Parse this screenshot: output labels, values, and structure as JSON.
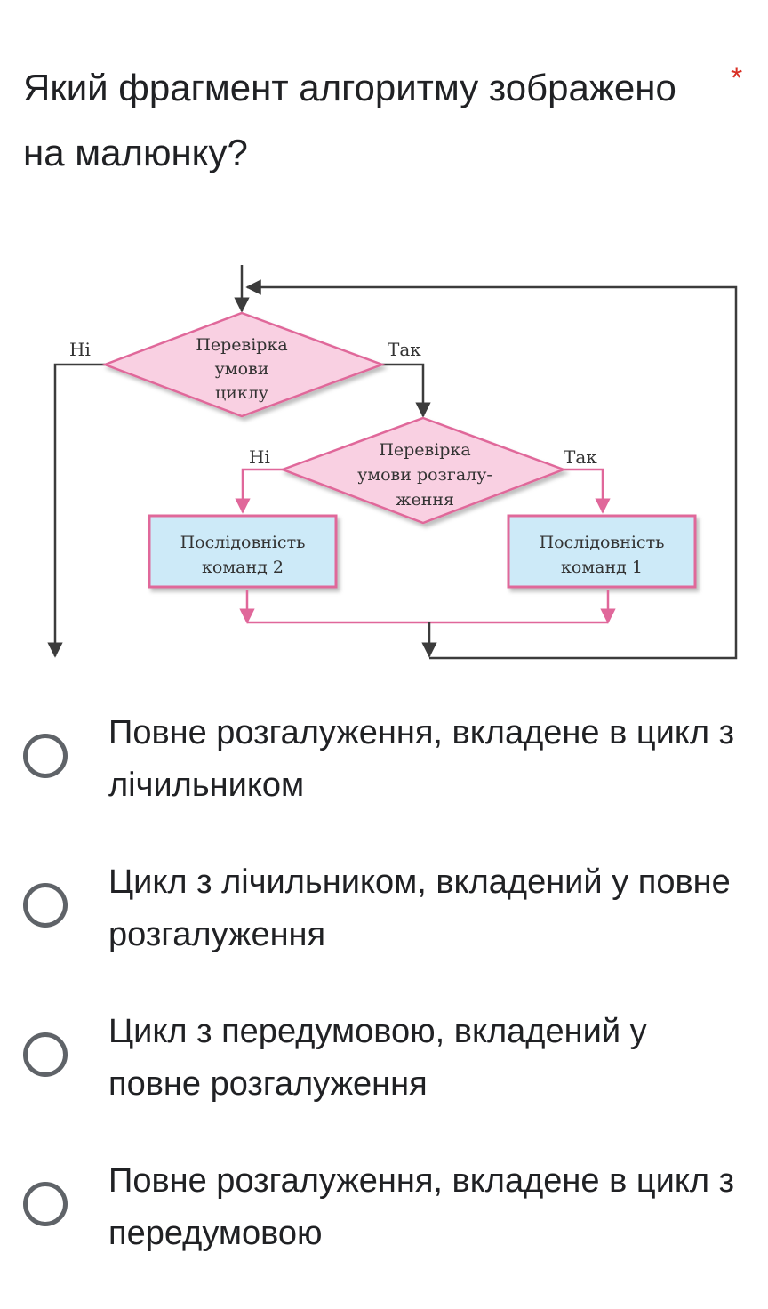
{
  "question": {
    "title": "Який фрагмент алгоритму зображено на малюнку?",
    "required_mark": "*"
  },
  "flowchart": {
    "loop_condition_lines": [
      "Перевірка",
      "умови",
      "циклу"
    ],
    "branch_condition_lines": [
      "Перевірка",
      "умови розгалу-",
      "ження"
    ],
    "seq2_lines": [
      "Послідовність",
      "команд 2"
    ],
    "seq1_lines": [
      "Послідовність",
      "команд 1"
    ],
    "no_label": "Ні",
    "yes_label": "Так",
    "colors": {
      "diamond_fill": "#f9d0e2",
      "diamond_stroke": "#e0679a",
      "box_fill": "#cdeaf8",
      "box_stroke": "#e0679a",
      "line_dark": "#3c3c3c",
      "line_pink": "#e0679a"
    }
  },
  "options": [
    {
      "label": "Повне розгалуження, вкладене в цикл з лічильником"
    },
    {
      "label": "Цикл з лічильником, вкладений у повне розгалуження"
    },
    {
      "label": "Цикл з передумовою, вкладений у повне розгалуження"
    },
    {
      "label": "Повне розгалуження, вкладене в цикл з передумовою"
    }
  ]
}
